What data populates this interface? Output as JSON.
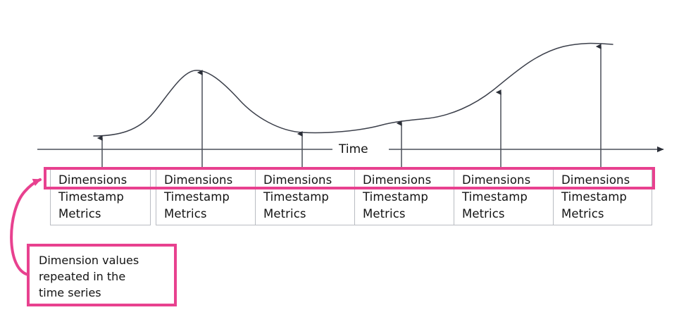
{
  "figure": {
    "axis_label": "Time",
    "curve_color": "#3b3f4a",
    "axis_color": "#4a4f58",
    "accent_color": "#e8418f",
    "box_border_color": "#b9bcc2",
    "text_color": "#131313"
  },
  "records": [
    {
      "dimensions": "Dimensions",
      "timestamp": "Timestamp",
      "metrics": "Metrics"
    },
    {
      "dimensions": "Dimensions",
      "timestamp": "Timestamp",
      "metrics": "Metrics"
    },
    {
      "dimensions": "Dimensions",
      "timestamp": "Timestamp",
      "metrics": "Metrics"
    },
    {
      "dimensions": "Dimensions",
      "timestamp": "Timestamp",
      "metrics": "Metrics"
    },
    {
      "dimensions": "Dimensions",
      "timestamp": "Timestamp",
      "metrics": "Metrics"
    },
    {
      "dimensions": "Dimensions",
      "timestamp": "Timestamp",
      "metrics": "Metrics"
    }
  ],
  "callout": {
    "line1": "Dimension values",
    "line2": "repeated in the",
    "line3": "time series"
  },
  "chart_data": {
    "type": "line",
    "title": "",
    "xlabel": "Time",
    "ylabel": "",
    "grid": false,
    "legend": null,
    "x": [
      1,
      2,
      3,
      4,
      5,
      6
    ],
    "values": [
      18,
      112,
      34,
      40,
      77,
      148
    ],
    "annotations": [
      "Dimension values repeated in the time series"
    ],
    "notes": "Smooth time-series curve sampled at six timestamps; each sample maps to a record containing Dimensions, Timestamp and Metrics."
  }
}
